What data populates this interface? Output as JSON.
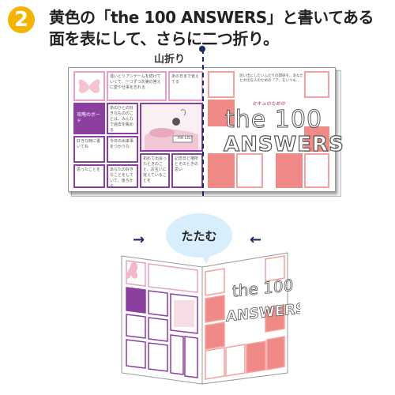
{
  "step": {
    "number": "2",
    "line1": "黄色の「the 100 ANSWERS」と書いてある",
    "line2": "面を表にして、さらに二つ折り。"
  },
  "fold_label": "山折り",
  "fold_action": "たたむ",
  "arrows": {
    "left": "→",
    "right": "←"
  },
  "cover": {
    "tag": "セキュのための",
    "title_top": "the 100",
    "title_bottom": "ANSWERS",
    "note": "思い出にしたいふたりの関係を、あなたと大切な人のための「ア…をいつも…"
  },
  "panels": {
    "p1": "違いとリアンゲームを続けていくて、一つずつ次第の答えに愛や仕事を忘れる",
    "p2": "あの日まで覚えてる",
    "p3": "攻略のボード",
    "p4": "あのひとの好きなもののことは、みんなで過去を眺める",
    "p5": "HA LIST",
    "p6": "好きな時に書いてね",
    "p7": "今日の出来事をつかうな",
    "p8": "思ったことを",
    "p9": "あなたの好きなことをしていて、後ろから",
    "p10": "初めて出会ったときのこと、お互いに覚えていることを",
    "p11": "記念日と場所とそのときの思い"
  },
  "colors": {
    "accent_purple": "#8b3f9e",
    "accent_pink": "#f08a86",
    "light_pink": "#e8a0c8",
    "badge": "#f5b400",
    "bubble": "#d9eefc",
    "fold_line": "#1a2a66"
  }
}
